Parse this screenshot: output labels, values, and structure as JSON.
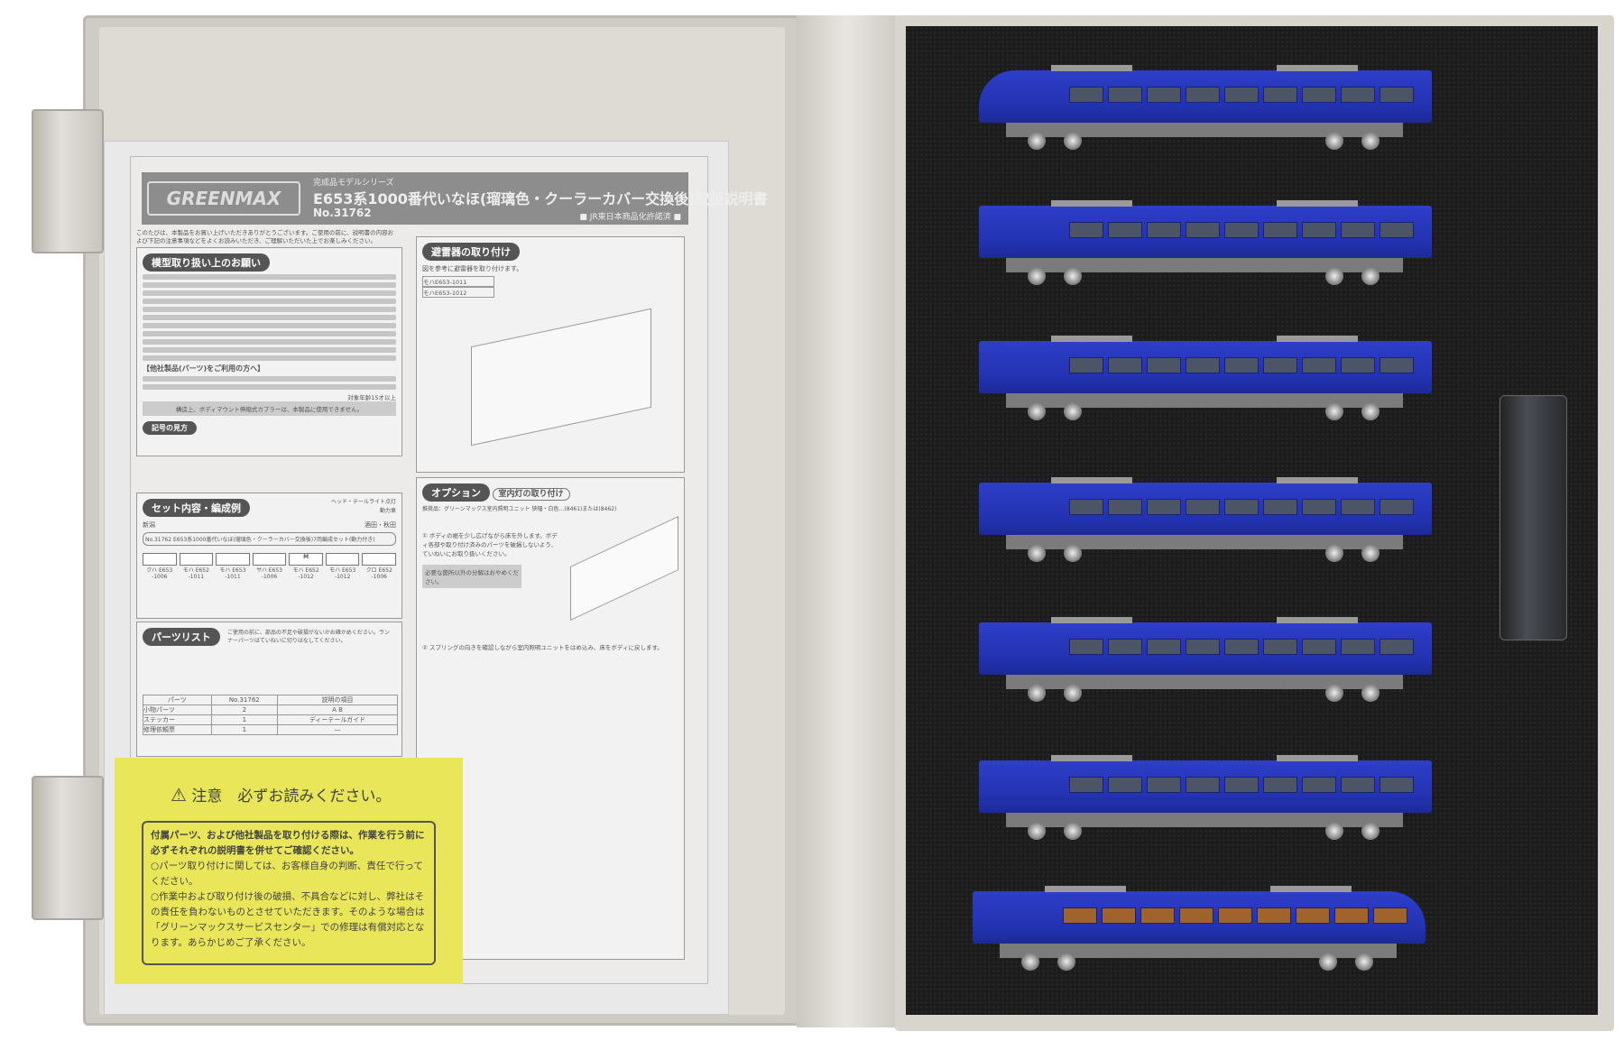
{
  "manual": {
    "logo": "GREENMAX",
    "series": "完成品モデルシリーズ",
    "title": "E653系1000番代いなほ(瑠璃色・クーラーカバー交換後)取扱説明書",
    "number": "No.31762",
    "license": "■ JR東日本商品化許諾済 ■",
    "intro": "このたびは、本製品をお買い上げいただきありがとうございます。ご使用の前に、説明書の内容および下記の注意事項などをよくお読みいただき、ご理解いただいた上でお楽しみください。",
    "handling_title": "模型取り扱い上のお願い",
    "other_parts_title": "【他社製品(パーツ)をご利用の方へ】",
    "age": "対象年齢15才以上",
    "coupler_warning": "構造上、ボディマウント伸縮式カプラーは、本製品に使用できません。",
    "symbols_title": "記号の見方",
    "set_title": "セット内容・編成例",
    "headlight_note": "ヘッド・テールライト点灯",
    "motor_note": "動力車",
    "dir_left": "新潟",
    "dir_right": "酒田・秋田",
    "set_name": "No.31762 E653系1000番代いなほ(瑠璃色・クーラーカバー交換後)7両編成セット(動力付き)",
    "formation": [
      "クハ E653 -1006",
      "モハ E652 -1011",
      "モハ E653 -1011",
      "サハ E653 -1006",
      "モハ E652 -1012",
      "モハ E653 -1012",
      "クロ E652 -1006"
    ],
    "parts_title": "パーツリスト",
    "parts_note": "ご使用の前に、部品の不足や破損がないかお確かめください。ランナーパーツはていねいに切りはなしてください。",
    "parts_header": [
      "パーツ",
      "No.31762",
      "説明の項目"
    ],
    "parts_rows": [
      [
        "小物パーツ",
        "2",
        "A B"
      ],
      [
        "ステッカー",
        "1",
        "ディーテールガイド"
      ],
      [
        "修理依頼票",
        "1",
        "—"
      ]
    ],
    "section_b_title": "避雷器の取り付け",
    "section_b_text": "図を参考に避雷器を取り付けます。",
    "section_b_cars": [
      "モハE653-1011",
      "モハE653-1012"
    ],
    "option_label": "オプション",
    "option_title": "室内灯の取り付け",
    "option_recommend": "推奨品：グリーンマックス室内照明ユニット 狭幅・白色…(8461)または(8462)",
    "option_step1": "① ボディの裾を少し広げながら床を外します。ボディ各部や取り付け済みのパーツを破損しないよう、ていねいにお取り扱いください。",
    "option_warning": "必要な箇所以外の分解はおやめください。",
    "option_step2": "② スプリングの向きを確認しながら室内照明ユニットをはめ込み、床をボディに戻します。"
  },
  "caution_label": {
    "heading": "注意　必ずお読みください。",
    "lines": [
      "付属パーツ、および他社製品を取り付ける際は、作業を行う前に必ずそれぞれの説明書を併せてご確認ください。",
      "○パーツ取り付けに関しては、お客様自身の判断、責任で行ってください。",
      "○作業中および取り付け後の破損、不具合などに対し、弊社はその責任を負わないものとさせていただきます。そのような場合は「グリーンマックスサービスセンター」での修理は有償対応となります。あらかじめご了承ください。"
    ]
  },
  "colors": {
    "train_body": "#2434b5",
    "foam": "#1c1c1c",
    "label": "#e9e65a",
    "case": "#d8d5cf"
  }
}
